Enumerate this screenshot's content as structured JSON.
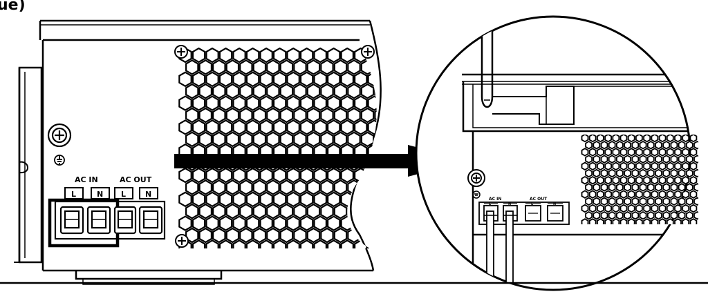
{
  "header": {
    "fragment": "ue)"
  },
  "unit_panel": {
    "ac_in": {
      "label": "AC IN",
      "terminals": [
        "L",
        "N"
      ]
    },
    "ac_out": {
      "label": "AC OUT",
      "terminals": [
        "L",
        "N"
      ]
    }
  },
  "zoom_view": {
    "ac_in": {
      "label": "AC IN",
      "terminals": [
        "L",
        "N"
      ]
    },
    "ac_out": {
      "label": "AC OUT",
      "terminals": [
        "L",
        "N"
      ]
    }
  },
  "colors": {
    "line": "#000000",
    "background": "#ffffff"
  }
}
